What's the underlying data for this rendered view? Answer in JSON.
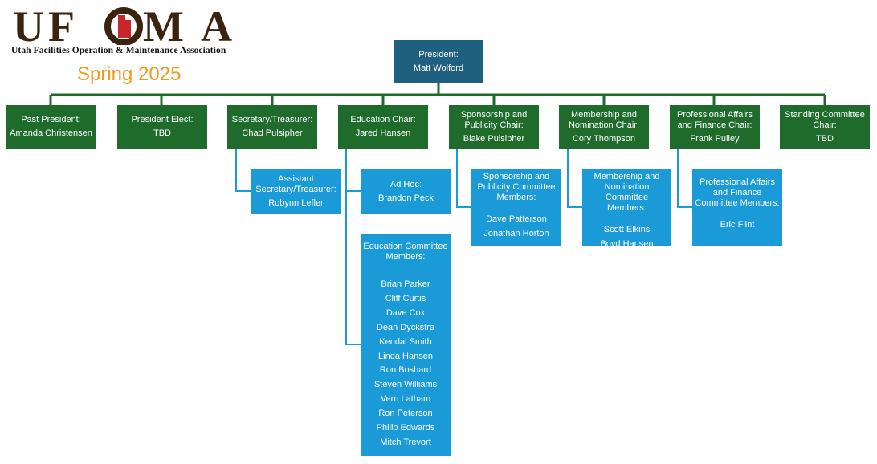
{
  "header": {
    "logo_text": "UFOMA",
    "org_name": "Utah Facilities Operation & Maintenance Association",
    "season": "Spring 2025"
  },
  "president": {
    "title": "President:",
    "name": "Matt Wolford"
  },
  "officers": [
    {
      "title": "Past President:",
      "name": "Amanda Christensen"
    },
    {
      "title": "President Elect:",
      "name": "TBD"
    },
    {
      "title": "Secretary/Treasurer:",
      "name": "Chad Pulsipher"
    },
    {
      "title": "Education Chair:",
      "name": "Jared Hansen"
    },
    {
      "title": "Sponsorship and Publicity Chair:",
      "name": "Blake Pulsipher"
    },
    {
      "title": "Membership and Nomination Chair:",
      "name": "Cory Thompson"
    },
    {
      "title": "Professional Affairs and Finance Chair:",
      "name": "Frank Pulley"
    },
    {
      "title": "Standing Committee Chair:",
      "name": "TBD"
    }
  ],
  "assistant_secretary": {
    "title": "Assistant Secretary/Treasurer:",
    "name": "Robynn Lefler"
  },
  "ad_hoc": {
    "title": "Ad Hoc:",
    "name": "Brandon Peck"
  },
  "education_committee": {
    "title": "Education Committee Members:",
    "members": [
      "Brian Parker",
      "Cliff Curtis",
      "Dave Cox",
      "Dean Dyckstra",
      "Kendal Smith",
      "Linda Hansen",
      "Ron Boshard",
      "Steven Williams",
      "Vern Latham",
      "Ron Peterson",
      "Philip Edwards",
      "Mitch Trevort"
    ]
  },
  "sponsorship_committee": {
    "title": "Sponsorship and Publicity Committee Members:",
    "members": [
      "Dave Patterson",
      "Jonathan Horton"
    ]
  },
  "membership_committee": {
    "title": "Membership and Nomination Committee Members:",
    "members": [
      "Scott Elkins",
      "Boyd Hansen"
    ]
  },
  "finance_committee": {
    "title": "Professional Affairs and Finance Committee Members:",
    "members": [
      "Eric Flint"
    ]
  },
  "colors": {
    "president": "#1f5f7f",
    "officer": "#1e6b2b",
    "committee": "#1a9ad7",
    "season": "#f39a1e",
    "logo_text": "#3a2410",
    "logo_accent": "#c8262d"
  }
}
